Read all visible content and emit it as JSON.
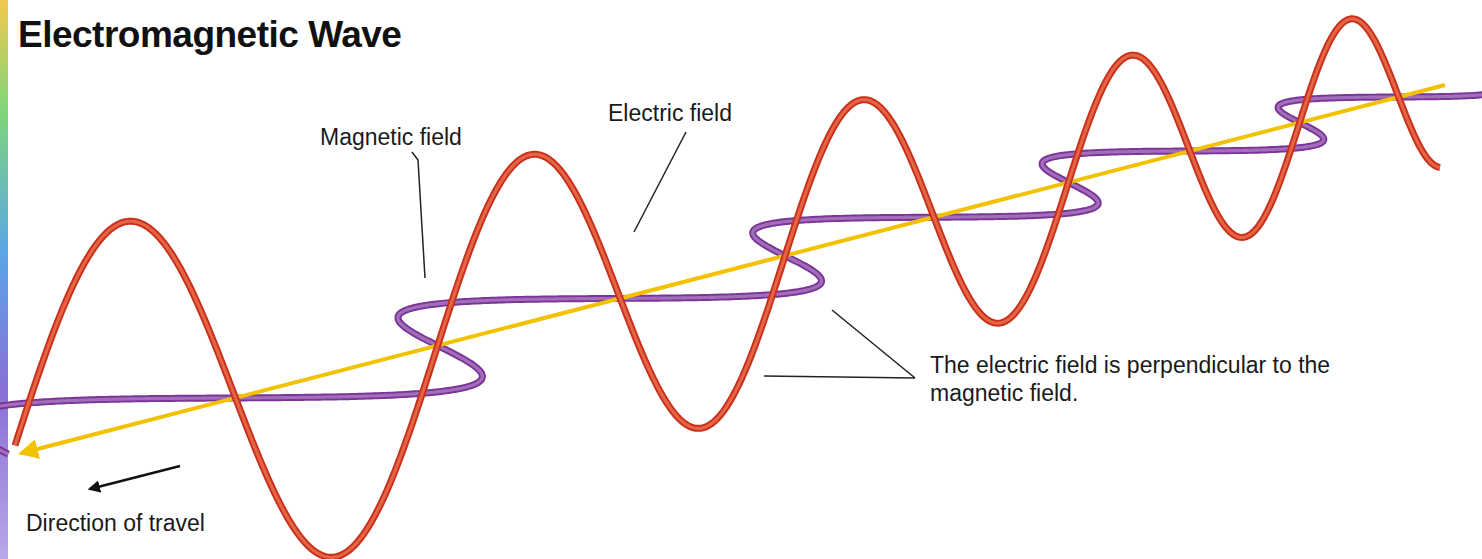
{
  "diagram": {
    "title": "Electromagnetic Wave",
    "labels": [
      "Magnetic field",
      "Electric field",
      "The electric field is perpendicular to the magnetic field.",
      "Direction of travel"
    ]
  }
}
